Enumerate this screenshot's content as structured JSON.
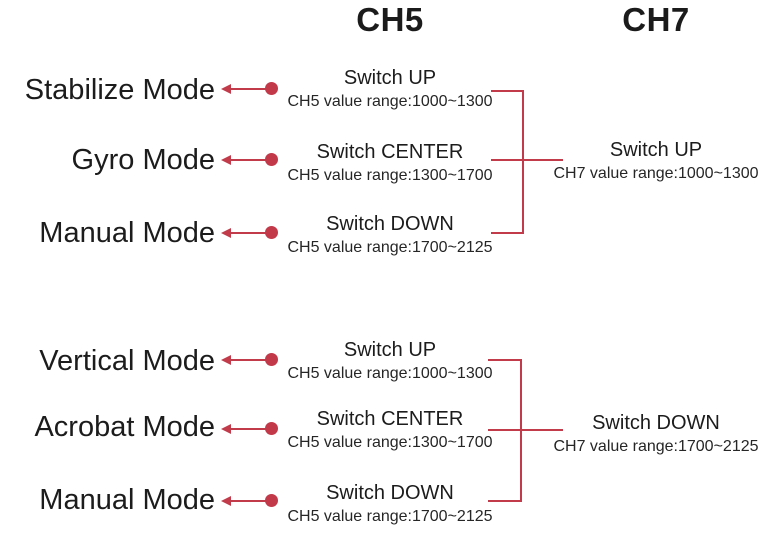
{
  "diagram": {
    "accent_color": "#c13b4a",
    "text_color": "#1c1c1c",
    "columns": {
      "ch5_title": "CH5",
      "ch7_title": "CH7"
    },
    "sections": [
      {
        "rows": [
          {
            "mode": "Stabilize Mode",
            "switch_label": "Switch UP",
            "range_label": "CH5 value range:1000~1300"
          },
          {
            "mode": "Gyro Mode",
            "switch_label": "Switch CENTER",
            "range_label": "CH5 value range:1300~1700"
          },
          {
            "mode": "Manual Mode",
            "switch_label": "Switch DOWN",
            "range_label": "CH5 value range:1700~2125"
          }
        ],
        "ch7": {
          "switch_label": "Switch UP",
          "range_label": "CH7 value range:1000~1300"
        }
      },
      {
        "rows": [
          {
            "mode": "Vertical Mode",
            "switch_label": "Switch UP",
            "range_label": "CH5 value range:1000~1300"
          },
          {
            "mode": "Acrobat Mode",
            "switch_label": "Switch CENTER",
            "range_label": "CH5 value range:1300~1700"
          },
          {
            "mode": "Manual Mode",
            "switch_label": "Switch DOWN",
            "range_label": "CH5 value range:1700~2125"
          }
        ],
        "ch7": {
          "switch_label": "Switch DOWN",
          "range_label": "CH7 value range:1700~2125"
        }
      }
    ]
  }
}
